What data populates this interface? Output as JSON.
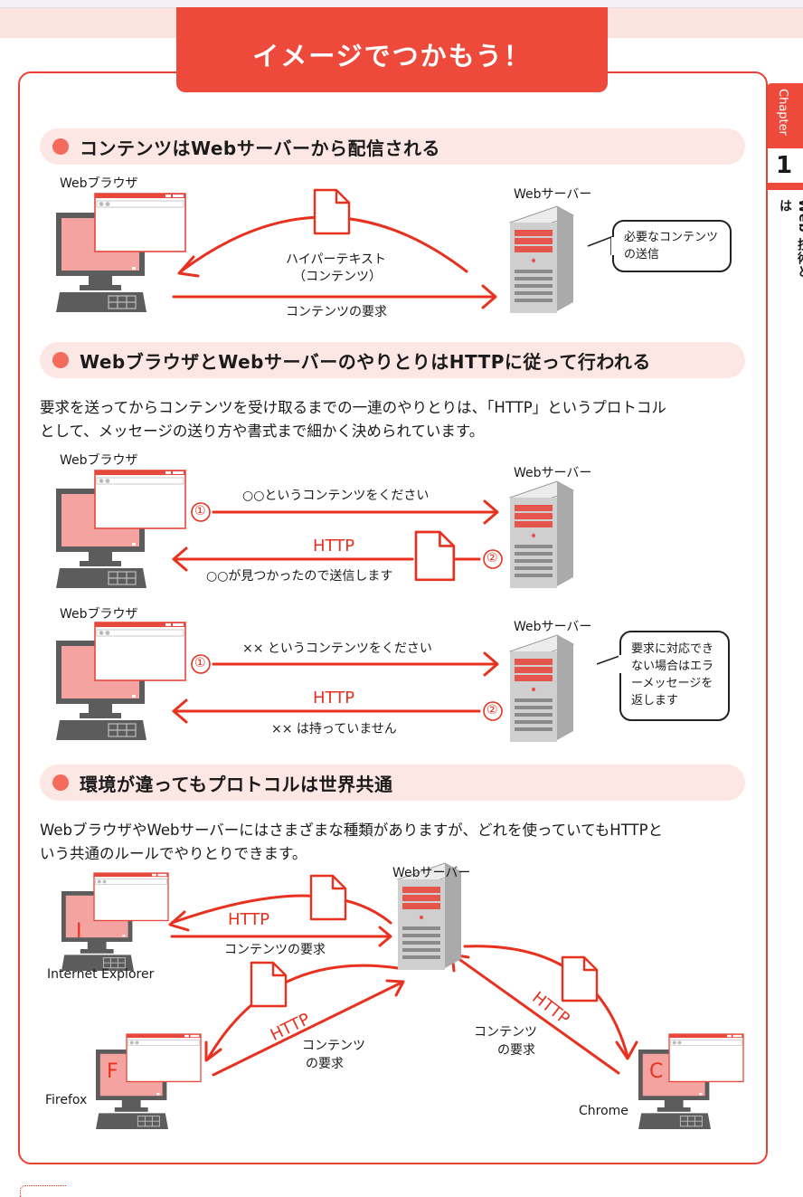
{
  "title": "イメージでつかもう！",
  "side": {
    "chapter": "Chapter",
    "number": "1",
    "label": "Web 技術とは"
  },
  "sections": [
    {
      "heading": "コンテンツはWebサーバーから配信される"
    },
    {
      "heading": "WebブラウザとWebサーバーのやりとりはHTTPに従って行われる",
      "paragraph": [
        "要求を送ってからコンテンツを受け取るまでの一連のやりとりは、「HTTP」というプロトコル",
        "として、メッセージの送り方や書式まで細かく決められています。"
      ]
    },
    {
      "heading": "環境が違ってもプロトコルは世界共通",
      "paragraph": [
        "WebブラウザやWebサーバーにはさまざまな種類がありますが、どれを使っていてもHTTPと",
        "いう共通のルールでやりとりできます。"
      ]
    }
  ],
  "diagram1": {
    "browser": "Webブラウザ",
    "server": "Webサーバー",
    "doc_label_1": "ハイパーテキスト",
    "doc_label_2": "（コンテンツ）",
    "request": "コンテンツの要求",
    "callout_1": "必要なコンテンツ",
    "callout_2": "の送信"
  },
  "diagram2": {
    "browser": "Webブラウザ",
    "server": "Webサーバー",
    "step1": "①",
    "step2": "②",
    "request": "○○というコンテンツをください",
    "http": "HTTP",
    "response": "○○が見つかったので送信します"
  },
  "diagram3": {
    "browser": "Webブラウザ",
    "server": "Webサーバー",
    "step1": "①",
    "step2": "②",
    "request": "×× というコンテンツをください",
    "http": "HTTP",
    "response": "×× は持っていません",
    "callout": [
      "要求に対応でき",
      "ない場合はエラ",
      "ーメッセージを",
      "返します"
    ]
  },
  "diagram4": {
    "server": "Webサーバー",
    "ie_letter": "I",
    "ie": "Internet Explorer",
    "ff_letter": "F",
    "ff": "Firefox",
    "ch_letter": "C",
    "ch": "Chrome",
    "http": "HTTP",
    "request": "コンテンツの要求",
    "req_ff_1": "コンテンツ",
    "req_ff_2": "の要求",
    "req_ch_1": "コンテンツ",
    "req_ch_2": "の要求"
  },
  "colors": {
    "accent": "#ee4a3c",
    "arrow": "#e8311f",
    "heading_bg": "#fde7e4",
    "monitor": "#5c5c5c",
    "screen": "#f5a3a0",
    "server_red": "#e6554c"
  }
}
